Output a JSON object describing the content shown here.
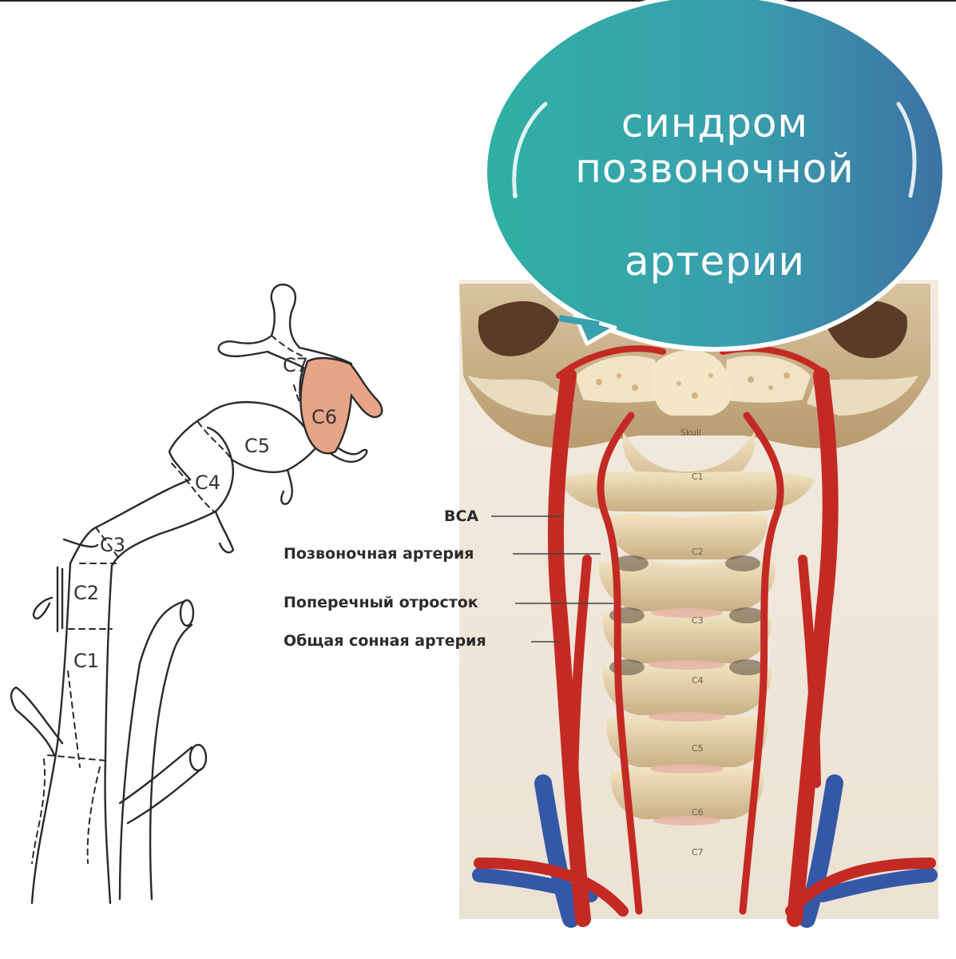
{
  "title_bubble": {
    "line1": "синдром",
    "line2": "позвоночной",
    "line3": "артерии",
    "gradient_left": "#3bb0a8",
    "gradient_right": "#3d7fa6"
  },
  "sketch_segments": [
    "C1",
    "C2",
    "C3",
    "C4",
    "C5",
    "C6",
    "C7"
  ],
  "highlighted_segment": "C6",
  "highlight_color": "#e8a487",
  "callouts": [
    {
      "label": "ВСА"
    },
    {
      "label": "Позвоночная артерия"
    },
    {
      "label": "Поперечный отросток"
    },
    {
      "label": "Общая сонная артерия"
    }
  ],
  "vertebra_labels": [
    "Skull",
    "C1",
    "C2",
    "C3",
    "C4",
    "C5",
    "C6",
    "C7"
  ],
  "colors": {
    "artery": "#c42a24",
    "vein": "#3557a8",
    "bone": "#ead9b2"
  }
}
